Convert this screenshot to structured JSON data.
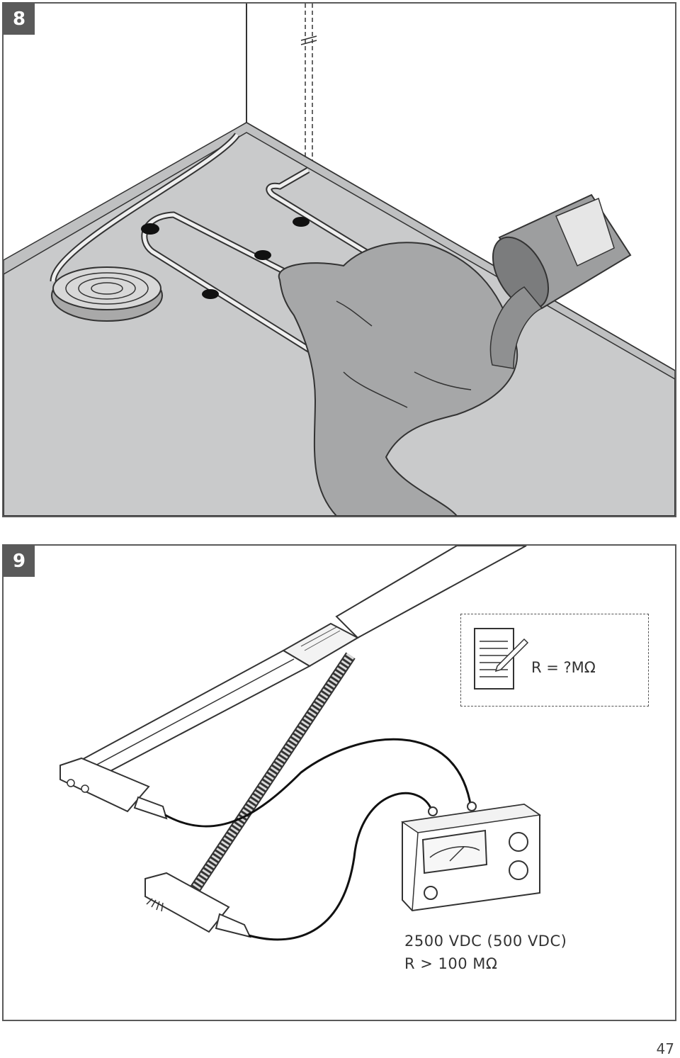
{
  "steps": {
    "step8": {
      "label": "8"
    },
    "step9": {
      "label": "9",
      "note": {
        "formula": "R = ?MΩ"
      },
      "spec": {
        "line1": "2500 VDC (500 VDC)",
        "line2": "R > 100 MΩ"
      }
    }
  },
  "page": {
    "number": "47"
  }
}
